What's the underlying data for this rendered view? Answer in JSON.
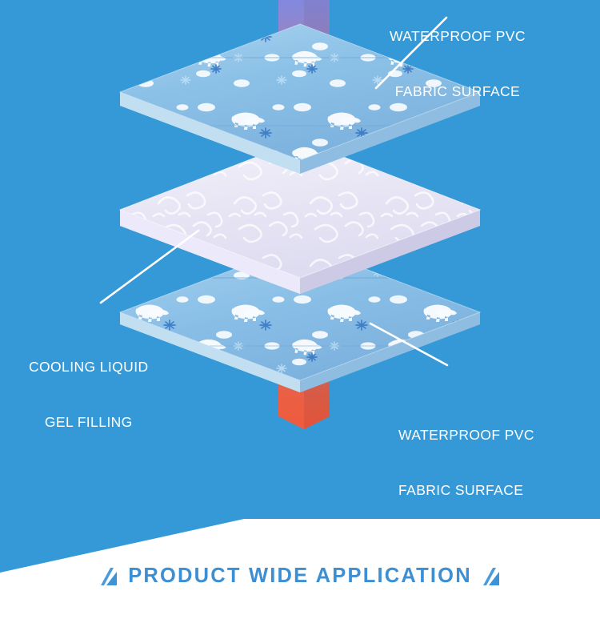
{
  "page": {
    "background_color": "#3499d6",
    "footer_background_color": "#ffffff"
  },
  "diagram": {
    "type": "exploded-isometric-layer-diagram",
    "subject": "cooling gel mat cross-section",
    "layer_count": 3,
    "layers": [
      {
        "id": "top-fabric",
        "name": "waterproof-pvc-fabric-surface-top",
        "label": "WATERPROOF PVC\nFABRIC SURFACE",
        "fill_top": "#8fc4e8",
        "fill_left": "#b9d9f0",
        "fill_right": "#7fb4de",
        "edge_color": "#cfe4f4",
        "pattern": "polar-bears-snowflakes-dots"
      },
      {
        "id": "gel-core",
        "name": "cooling-liquid-gel-filling",
        "label": "COOLING LIQUID\nGEL FILLING",
        "fill_top": "#e7e6f5",
        "fill_left": "#d6d4ec",
        "fill_right": "#cfcde8",
        "edge_color": "#f4f3fb",
        "pattern": "gel-swirls"
      },
      {
        "id": "bottom-fabric",
        "name": "waterproof-pvc-fabric-surface-bottom",
        "label": "WATERPROOF PVC\nFABRIC SURFACE",
        "fill_top": "#8fc4e8",
        "fill_left": "#b9d9f0",
        "fill_right": "#7fb4de",
        "edge_color": "#cfe4f4",
        "pattern": "polar-bears-snowflakes-dots"
      }
    ],
    "arrow": {
      "name": "heat-dissipation-arrow",
      "direction": "upward",
      "meaning": "heat rises and is cooled",
      "gradient_bottom_color": "#ee5a3e",
      "gradient_mid_color": "#b87a9a",
      "gradient_top_color": "#7b8fec",
      "cropped_at_top": true
    },
    "leader_lines": [
      {
        "name": "leader-line-top-fabric",
        "from": "top-fabric",
        "to": "label-top"
      },
      {
        "name": "leader-line-gel",
        "from": "gel-core",
        "to": "label-gel"
      },
      {
        "name": "leader-line-bottom-fabric",
        "from": "bottom-fabric",
        "to": "label-pvc"
      }
    ]
  },
  "labels": {
    "top": {
      "text": "FABRIC SURFACE",
      "line1": "WATERPROOF PVC",
      "line2": "FABRIC SURFACE",
      "clipped": true
    },
    "gel": {
      "line1": "COOLING LIQUID",
      "line2": "GEL FILLING"
    },
    "pvc": {
      "line1": "WATERPROOF PVC",
      "line2": "FABRIC SURFACE"
    }
  },
  "footer": {
    "title": "PRODUCT WIDE APPLICATION",
    "title_color": "#3d8fd4",
    "decoration_left": "slash-triangle-icon",
    "decoration_right": "slash-triangle-icon",
    "decoration_color": "#3d93d8"
  }
}
